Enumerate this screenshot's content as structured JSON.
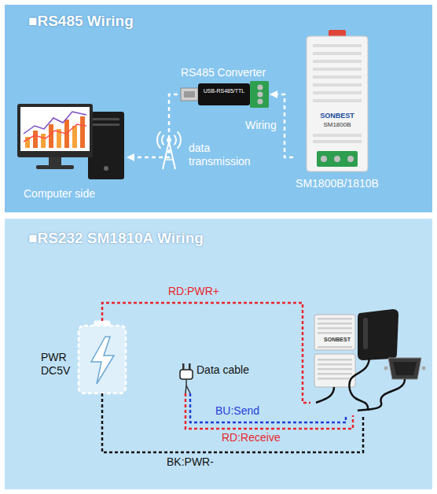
{
  "diagram": {
    "nodes": [
      {
        "text": [
          "■RS485 Wiring"
        ]
      },
      {
        "text": [
          "Computer side"
        ],
        "in": 0
      },
      {
        "text": [
          "RS485 Converter",
          "USB-RS485/TTL"
        ],
        "in": 0
      },
      {
        "text": [
          "SONBEST",
          "SM1800B",
          "SM1800B/1810B"
        ],
        "in": 0
      },
      {
        "text": [
          "■RS232 SM1810A Wiring"
        ]
      },
      {
        "text": [
          "PWR DC5V"
        ],
        "in": 4
      },
      {
        "text": [
          "Data cable"
        ],
        "in": 4
      },
      {
        "text": [
          "SONBEST"
        ],
        "in": 4
      }
    ],
    "edges": [
      {
        "from": 3,
        "to": 2,
        "arrow": "to",
        "label": "Wiring"
      },
      {
        "from": 2,
        "to": 1,
        "arrow": "to"
      },
      {
        "from": 5,
        "to": 7,
        "arrow": "none",
        "label": "RD:PWR+"
      },
      {
        "from": 5,
        "to": 7,
        "arrow": "none",
        "label": "BK:PWR-"
      },
      {
        "from": 6,
        "to": 7,
        "arrow": "none",
        "label": "BU:Send"
      },
      {
        "from": 6,
        "to": 7,
        "arrow": "none",
        "label": "RD:Receive"
      }
    ],
    "labels": [
      "data transmission"
    ]
  }
}
